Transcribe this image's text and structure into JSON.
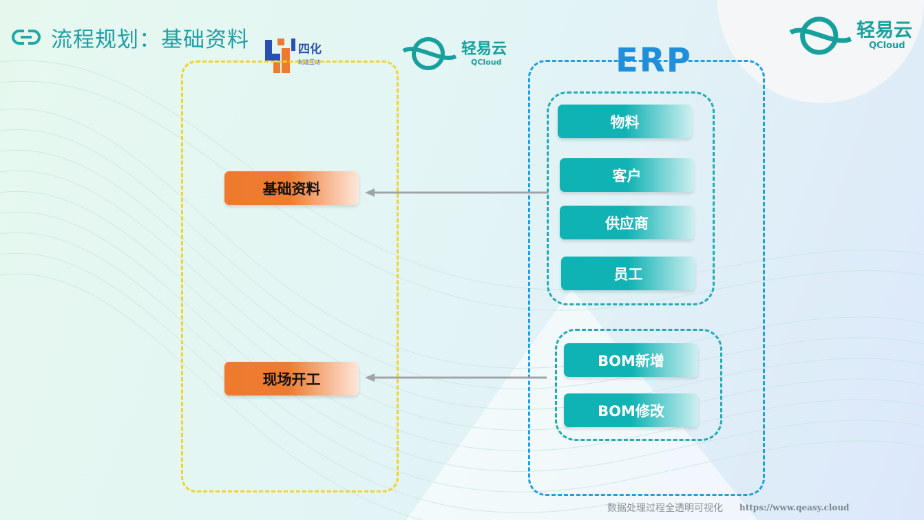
{
  "header": {
    "title": "流程规划：基础资料"
  },
  "logos": {
    "sihua": {
      "main": "四化",
      "sub": "制造互动"
    },
    "qcloud_center": {
      "main": "轻易云",
      "sub": "QCloud"
    },
    "qcloud_corner": {
      "main": "轻易云",
      "sub": "QCloud"
    }
  },
  "left_system": {
    "items": [
      {
        "label": "基础资料"
      },
      {
        "label": "现场开工"
      }
    ]
  },
  "erp": {
    "title": "ERP",
    "group_basic": [
      "物料",
      "客户",
      "供应商",
      "员工"
    ],
    "group_bom": [
      "BOM新增",
      "BOM修改"
    ]
  },
  "footer": {
    "tagline": "数据处理过程全透明可视化",
    "url": "https://www.qeasy.cloud"
  },
  "colors": {
    "teal": "#10b2b3",
    "orange": "#ee7a2e",
    "left_border": "#f5d225",
    "right_border": "#1f9ee0",
    "arrow": "#a0a4a8"
  }
}
